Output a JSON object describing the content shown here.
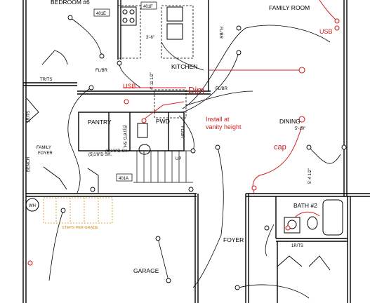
{
  "rooms": {
    "bedroom": "BEDROOM #6",
    "family_room": "FAMILY ROOM",
    "kitchen": "KITCHEN",
    "pantry": "PANTRY",
    "pwd": "PWD",
    "family_foyer": "FAMILY FOYER",
    "dining": "DINING",
    "garage": "GARAGE",
    "foyer": "FOYER",
    "bath2": "BATH #2"
  },
  "fixtures": {
    "tag_401e": "401E",
    "tag_401f": "401F",
    "tag_401a": "401A",
    "fl_br_1": "FL/BR",
    "fl_br_2": "FL/BR",
    "fl_br_3": "FL/BR",
    "fl_br_4": "FL/BR",
    "tr_ts": "TR/TS",
    "tr_ts_2": "1R/TS",
    "shelf_left": "(5)1'6\"D SH.",
    "shelf_pantry": "(5)1'6\"D SH.",
    "shelf_pwd": "(5)1'6\"D SH.",
    "tr_ts_left": "1R/TS",
    "bench": "BENCH",
    "wh": "WH",
    "up": "UP",
    "steps": "STEPS PER GRADE"
  },
  "dimensions": {
    "d1": "3'-6\"",
    "d2": "4'-11 1/2\"",
    "d3": "5'-10\"",
    "d4": "5'-4 1/2\""
  },
  "annotations": {
    "usb_top": "USB",
    "usb_mid": "USB",
    "dim": "Dim",
    "install_1": "Install at",
    "install_2": "vanity height",
    "cap": "cap"
  }
}
